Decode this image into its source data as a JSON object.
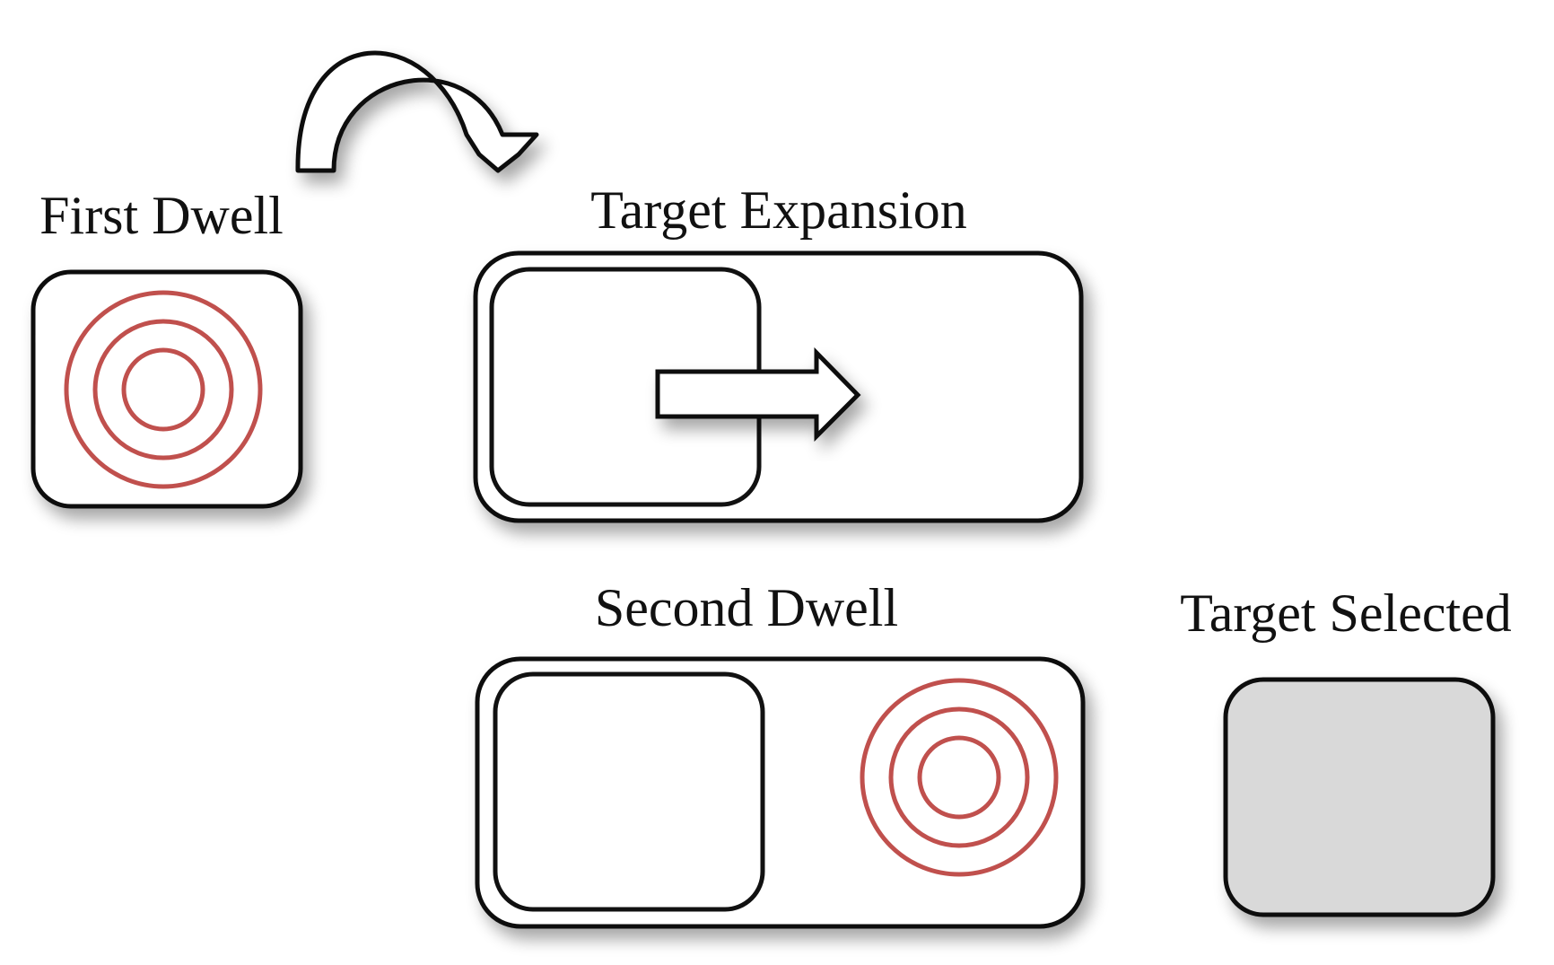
{
  "labels": {
    "first_dwell": "First Dwell",
    "target_expansion": "Target Expansion",
    "second_dwell": "Second Dwell",
    "target_selected": "Target Selected"
  },
  "colors": {
    "outline": "#111111",
    "dwell_ring": "#c0504d",
    "selected_fill": "#d9d9d9",
    "background": "#ffffff",
    "arrow_fill": "#ffffff"
  },
  "icons": {
    "dwell_indicator": "concentric-rings-icon",
    "curved_arrow": "curved-arrow-icon",
    "expand_arrow": "right-arrow-icon"
  }
}
